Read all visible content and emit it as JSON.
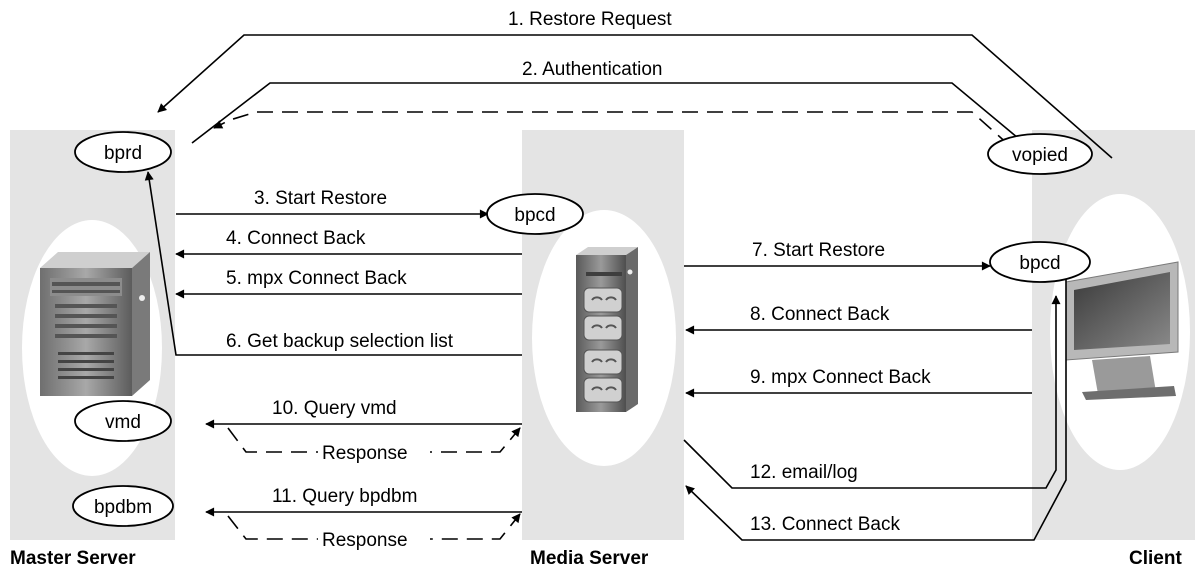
{
  "columns": {
    "master": "Master Server",
    "media": "Media Server",
    "client": "Client"
  },
  "nodes": {
    "bprd": "bprd",
    "vmd": "vmd",
    "bpdbm": "bpdbm",
    "media_bpcd": "bpcd",
    "vopied": "vopied",
    "client_bpcd": "bpcd"
  },
  "steps": {
    "s1": "1. Restore Request",
    "s2": "2. Authentication",
    "s3": "3. Start Restore",
    "s4": "4. Connect Back",
    "s5": "5. mpx Connect Back",
    "s6": "6. Get backup selection list",
    "s7": "7. Start Restore",
    "s8": "8. Connect Back",
    "s9": "9. mpx Connect Back",
    "s10": "10. Query vmd",
    "s11": "11. Query bpdbm",
    "s12": "12. email/log",
    "s13": "13. Connect Back",
    "response1": "Response",
    "response2": "Response"
  },
  "icons": {
    "master": "tower-server-icon",
    "media": "tape-library-icon",
    "client": "desktop-monitor-icon"
  },
  "colors": {
    "panel": "#e4e4e4",
    "line": "#000000"
  }
}
